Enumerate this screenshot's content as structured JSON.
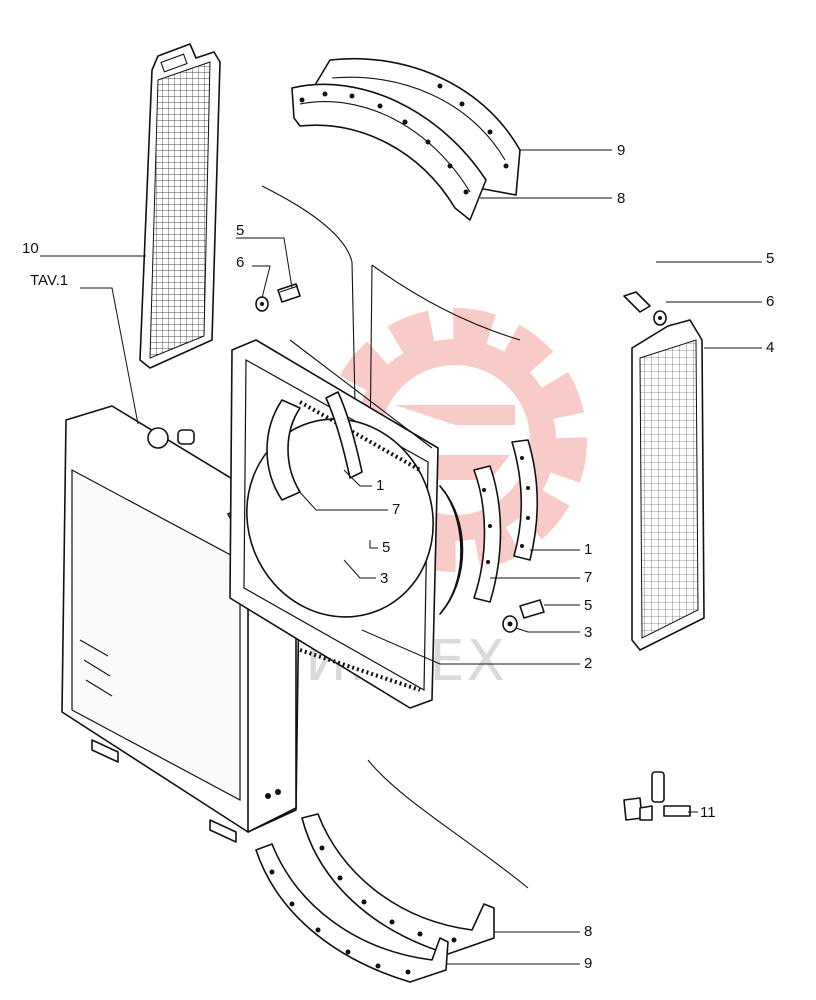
{
  "watermark": {
    "text": "ИНТЕХ",
    "color": "#e8463c"
  },
  "callouts": [
    {
      "id": "c10",
      "text": "10"
    },
    {
      "id": "ctav",
      "text": "TAV.1"
    },
    {
      "id": "c9a",
      "text": "9"
    },
    {
      "id": "c8a",
      "text": "8"
    },
    {
      "id": "c5a",
      "text": "5"
    },
    {
      "id": "c6a",
      "text": "6"
    },
    {
      "id": "c5b",
      "text": "5"
    },
    {
      "id": "c6b",
      "text": "6"
    },
    {
      "id": "c4",
      "text": "4"
    },
    {
      "id": "c1a",
      "text": "1"
    },
    {
      "id": "c7a",
      "text": "7"
    },
    {
      "id": "c5c",
      "text": "5"
    },
    {
      "id": "c3a",
      "text": "3"
    },
    {
      "id": "c1b",
      "text": "1"
    },
    {
      "id": "c7b",
      "text": "7"
    },
    {
      "id": "c5d",
      "text": "5"
    },
    {
      "id": "c3b",
      "text": "3"
    },
    {
      "id": "c2",
      "text": "2"
    },
    {
      "id": "c11",
      "text": "11"
    },
    {
      "id": "c8b",
      "text": "8"
    },
    {
      "id": "c9b",
      "text": "9"
    }
  ]
}
